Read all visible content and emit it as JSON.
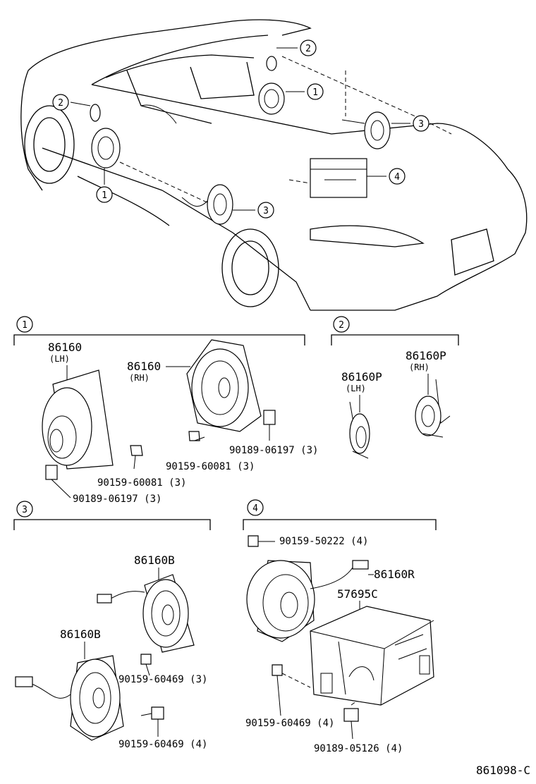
{
  "diagram_code": "861098-C",
  "callout_numbers": [
    "1",
    "2",
    "3",
    "4"
  ],
  "section1": {
    "number": "1",
    "lh_part": "86160",
    "lh_side": "(LH)",
    "rh_part": "86160",
    "rh_side": "(RH)",
    "screw_lh": "90159-60081 (3)",
    "screw_rh": "90159-60081 (3)",
    "clip_lh": "90189-06197 (3)",
    "clip_rh": "90189-06197 (3)"
  },
  "section2": {
    "number": "2",
    "lh_part": "86160P",
    "lh_side": "(LH)",
    "rh_part": "86160P",
    "rh_side": "(RH)"
  },
  "section3": {
    "number": "3",
    "upper_part": "86160B",
    "lower_part": "86160B",
    "screw_upper": "90159-60469 (3)",
    "screw_lower": "90159-60469 (4)"
  },
  "section4": {
    "number": "4",
    "screw_top": "90159-50222 (4)",
    "speaker": "86160R",
    "amplifier": "57695C",
    "screw_bottom": "90159-60469 (4)",
    "clip": "90189-05126 (4)"
  }
}
